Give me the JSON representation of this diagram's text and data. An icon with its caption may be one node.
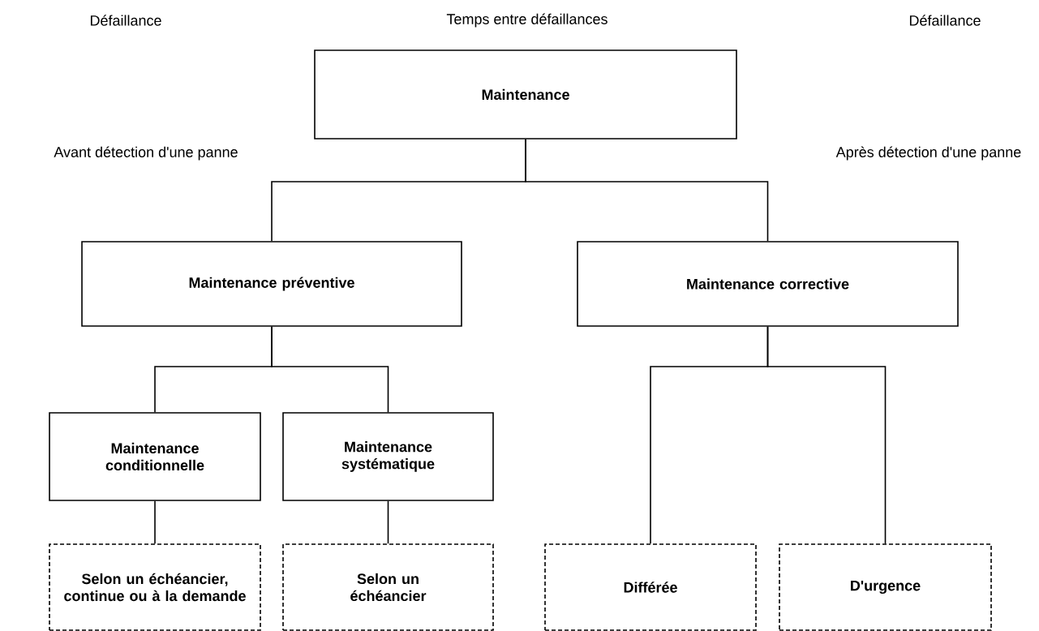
{
  "diagram": {
    "nodes": [
      {
        "text": [
          "Maintenance"
        ]
      },
      {
        "text": [
          "Maintenance préventive"
        ]
      },
      {
        "text": [
          "Maintenance corrective"
        ]
      },
      {
        "text": [
          "Maintenance conditionnelle"
        ]
      },
      {
        "text": [
          "Maintenance systématique"
        ]
      },
      {
        "text": [
          "Selon un échéancier, continue ou à la demande"
        ]
      },
      {
        "text": [
          "Selon un échéancier"
        ]
      },
      {
        "text": [
          "Différée"
        ]
      },
      {
        "text": [
          "D'urgence"
        ]
      }
    ],
    "edges": [
      {
        "from": 0,
        "to": 1,
        "arrow": "none"
      },
      {
        "from": 0,
        "to": 2,
        "arrow": "none"
      },
      {
        "from": 1,
        "to": 3,
        "arrow": "none"
      },
      {
        "from": 1,
        "to": 4,
        "arrow": "none"
      },
      {
        "from": 2,
        "to": 7,
        "arrow": "none"
      },
      {
        "from": 2,
        "to": 8,
        "arrow": "none"
      },
      {
        "from": 3,
        "to": 5,
        "arrow": "none"
      },
      {
        "from": 4,
        "to": 6,
        "arrow": "none"
      }
    ],
    "labels": [
      "Défaillance",
      "Temps entre défaillances",
      "Défaillance",
      "Avant détection d'une panne",
      "Après détection d'une panne"
    ]
  }
}
